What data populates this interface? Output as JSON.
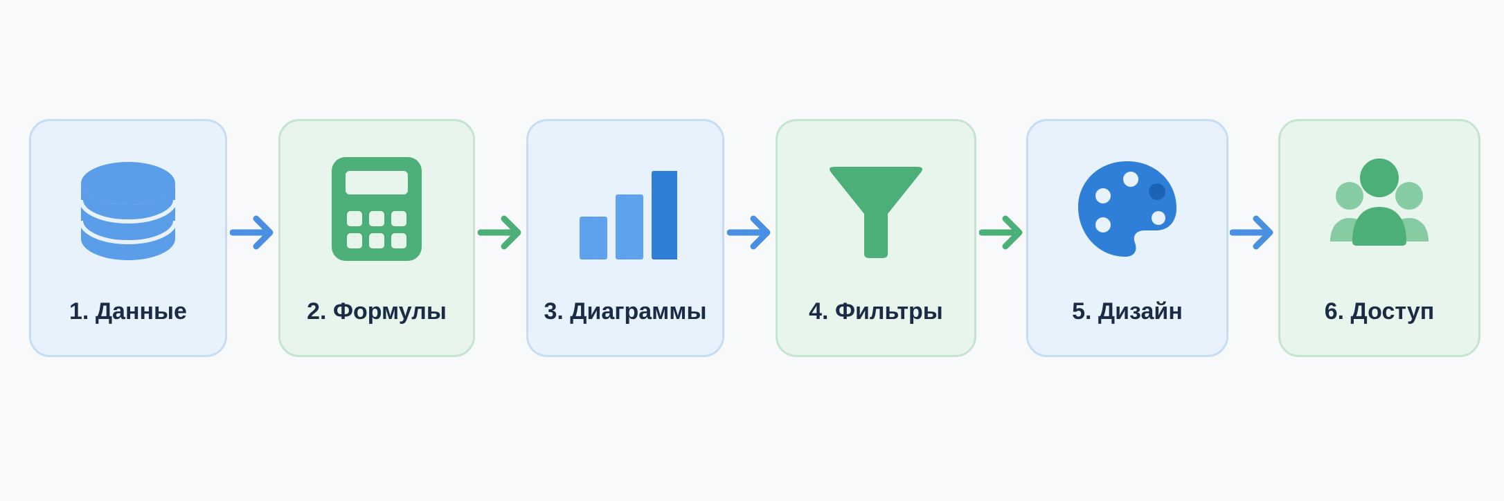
{
  "steps": [
    {
      "label": "1. Данные",
      "icon": "database-icon",
      "theme": "blue"
    },
    {
      "label": "2. Формулы",
      "icon": "calculator-icon",
      "theme": "green"
    },
    {
      "label": "3. Диаграммы",
      "icon": "bar-chart-icon",
      "theme": "blue"
    },
    {
      "label": "4. Фильтры",
      "icon": "filter-icon",
      "theme": "green"
    },
    {
      "label": "5. Дизайн",
      "icon": "palette-icon",
      "theme": "blue"
    },
    {
      "label": "6. Доступ",
      "icon": "users-icon",
      "theme": "green"
    }
  ],
  "colors": {
    "blue_accent": "#4a90e2",
    "green_accent": "#4caf78",
    "blue_card_bg": "#e8f2fc",
    "green_card_bg": "#e7f5ed",
    "text": "#1a2b45"
  }
}
